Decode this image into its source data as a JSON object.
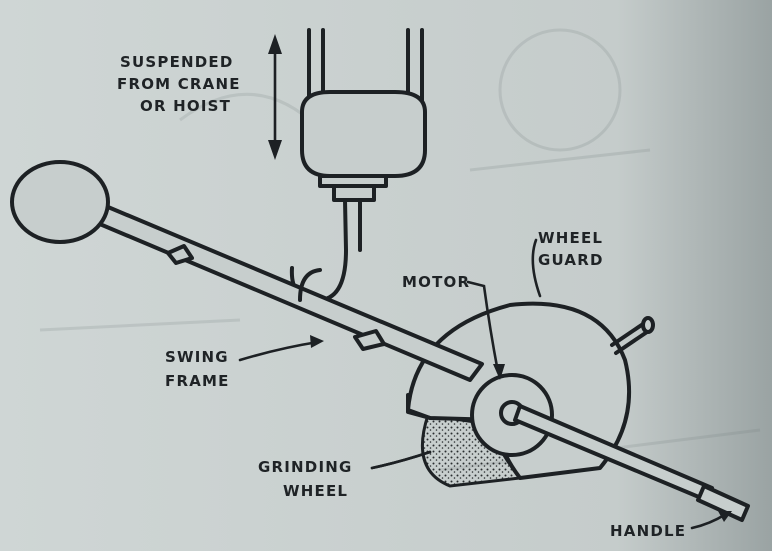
{
  "labels": {
    "suspended_line1": "SUSPENDED",
    "suspended_line2": "FROM CRANE",
    "suspended_line3": "OR HOIST",
    "wheel_guard_line1": "WHEEL",
    "wheel_guard_line2": "GUARD",
    "motor": "MOTOR",
    "swing_frame_line1": "SWING",
    "swing_frame_line2": "FRAME",
    "grinding_wheel_line1": "GRINDING",
    "grinding_wheel_line2": "WHEEL",
    "handle": "HANDLE"
  },
  "colors": {
    "paper": "#c9d0cf",
    "ink": "#1d2124"
  }
}
